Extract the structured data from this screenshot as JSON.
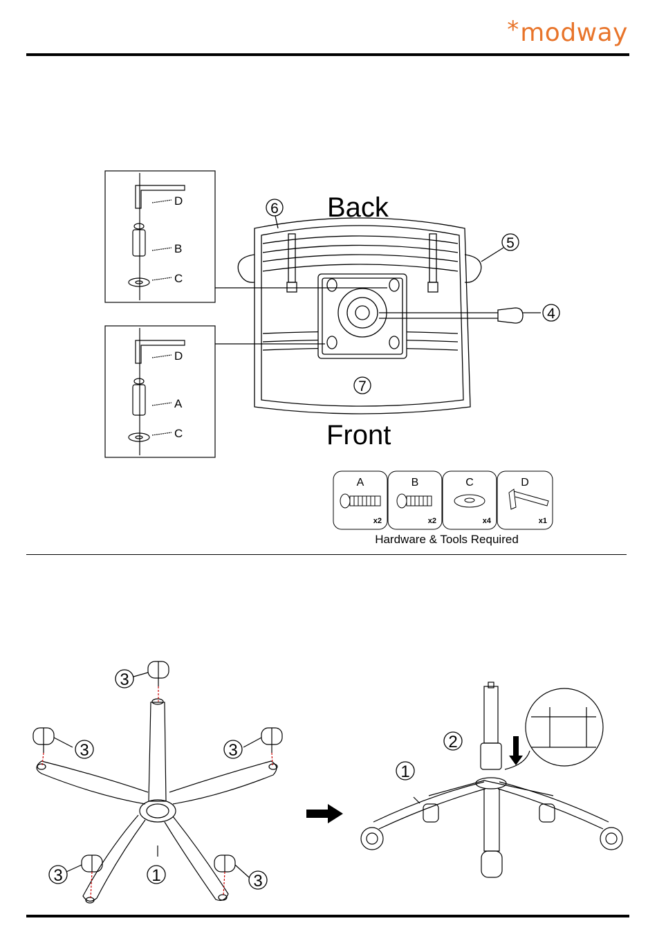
{
  "brand": {
    "logo_text": "modway",
    "logo_mark": "*"
  },
  "colors": {
    "brand": "#e8742a",
    "line": "#000000",
    "guide": "#cc0000"
  },
  "step_a": {
    "labels": {
      "back": "Back",
      "front": "Front"
    },
    "callouts": [
      "6",
      "5",
      "4",
      "7"
    ],
    "detail_top": {
      "d": "D",
      "b": "B",
      "c": "C"
    },
    "detail_bottom": {
      "d": "D",
      "a": "A",
      "c": "C"
    },
    "hardware": {
      "title": "Hardware & Tools Required",
      "items": [
        {
          "letter": "A",
          "qty": "x2",
          "icon": "long-bolt-icon"
        },
        {
          "letter": "B",
          "qty": "x2",
          "icon": "short-bolt-icon"
        },
        {
          "letter": "C",
          "qty": "x4",
          "icon": "washer-icon"
        },
        {
          "letter": "D",
          "qty": "x1",
          "icon": "allen-key-icon"
        }
      ]
    }
  },
  "step_b": {
    "caster_callout": "3",
    "base_callout": "1",
    "cylinder_callout": "2",
    "base_callout_right": "1"
  }
}
